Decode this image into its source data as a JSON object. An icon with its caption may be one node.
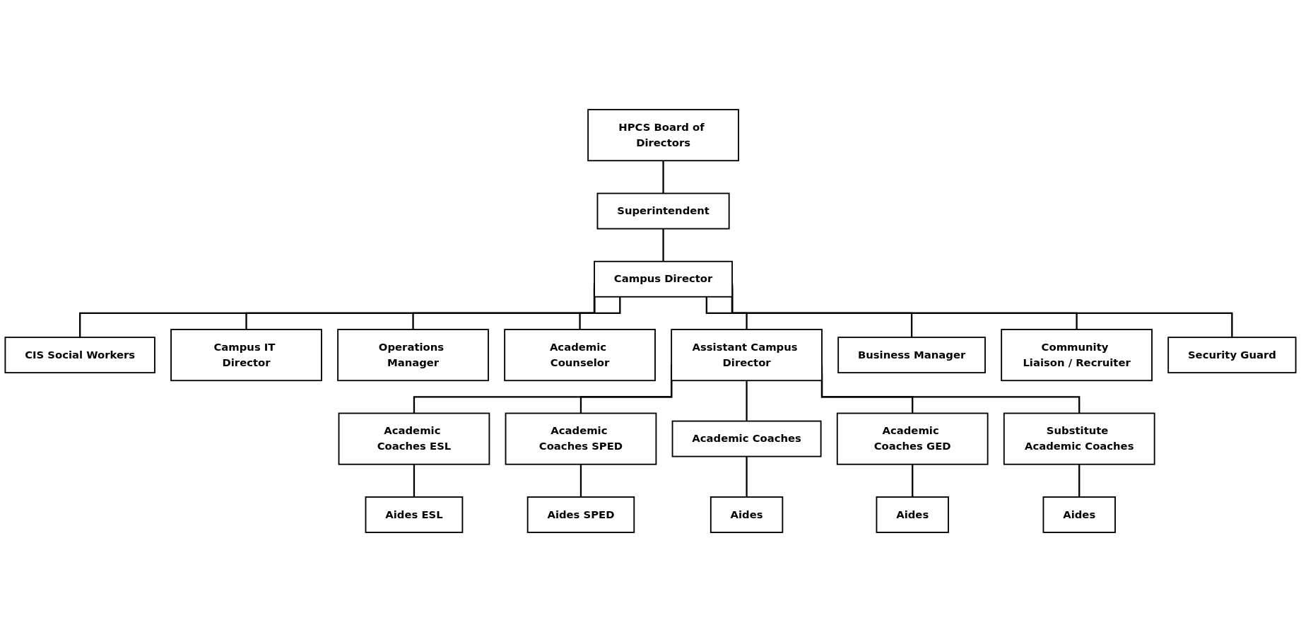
{
  "diagram": {
    "nodes": [
      {
        "text": [
          "HPCS Board of Directors"
        ]
      },
      {
        "text": [
          "Superintendent"
        ]
      },
      {
        "text": [
          "Campus Director"
        ]
      },
      {
        "text": [
          "CIS Social Workers"
        ]
      },
      {
        "text": [
          "Campus IT Director"
        ]
      },
      {
        "text": [
          "Operations Manager"
        ]
      },
      {
        "text": [
          "Academic Counselor"
        ]
      },
      {
        "text": [
          "Assistant Campus Director"
        ]
      },
      {
        "text": [
          "Business Manager"
        ]
      },
      {
        "text": [
          "Community Liaison / Recruiter"
        ]
      },
      {
        "text": [
          "Security Guard"
        ]
      },
      {
        "text": [
          "Academic Coaches ESL"
        ]
      },
      {
        "text": [
          "Academic Coaches SPED"
        ]
      },
      {
        "text": [
          "Academic Coaches"
        ]
      },
      {
        "text": [
          "Academic Coaches GED"
        ]
      },
      {
        "text": [
          "Substitute Academic Coaches"
        ]
      },
      {
        "text": [
          "Aides ESL"
        ]
      },
      {
        "text": [
          "Aides SPED"
        ]
      },
      {
        "text": [
          "Aides"
        ]
      },
      {
        "text": [
          "Aides"
        ]
      },
      {
        "text": [
          "Aides"
        ]
      }
    ],
    "edges": [
      {
        "from": 0,
        "to": 1,
        "arrow": "none"
      },
      {
        "from": 1,
        "to": 2,
        "arrow": "none"
      },
      {
        "from": 2,
        "to": 3,
        "arrow": "none"
      },
      {
        "from": 2,
        "to": 4,
        "arrow": "none"
      },
      {
        "from": 2,
        "to": 5,
        "arrow": "none"
      },
      {
        "from": 2,
        "to": 6,
        "arrow": "none"
      },
      {
        "from": 2,
        "to": 7,
        "arrow": "none"
      },
      {
        "from": 2,
        "to": 8,
        "arrow": "none"
      },
      {
        "from": 2,
        "to": 9,
        "arrow": "none"
      },
      {
        "from": 2,
        "to": 10,
        "arrow": "none"
      },
      {
        "from": 7,
        "to": 11,
        "arrow": "none"
      },
      {
        "from": 7,
        "to": 12,
        "arrow": "none"
      },
      {
        "from": 7,
        "to": 13,
        "arrow": "none"
      },
      {
        "from": 7,
        "to": 14,
        "arrow": "none"
      },
      {
        "from": 7,
        "to": 15,
        "arrow": "none"
      },
      {
        "from": 11,
        "to": 16,
        "arrow": "none"
      },
      {
        "from": 12,
        "to": 17,
        "arrow": "none"
      },
      {
        "from": 13,
        "to": 18,
        "arrow": "none"
      },
      {
        "from": 14,
        "to": 19,
        "arrow": "none"
      },
      {
        "from": 15,
        "to": 20,
        "arrow": "none"
      }
    ]
  }
}
